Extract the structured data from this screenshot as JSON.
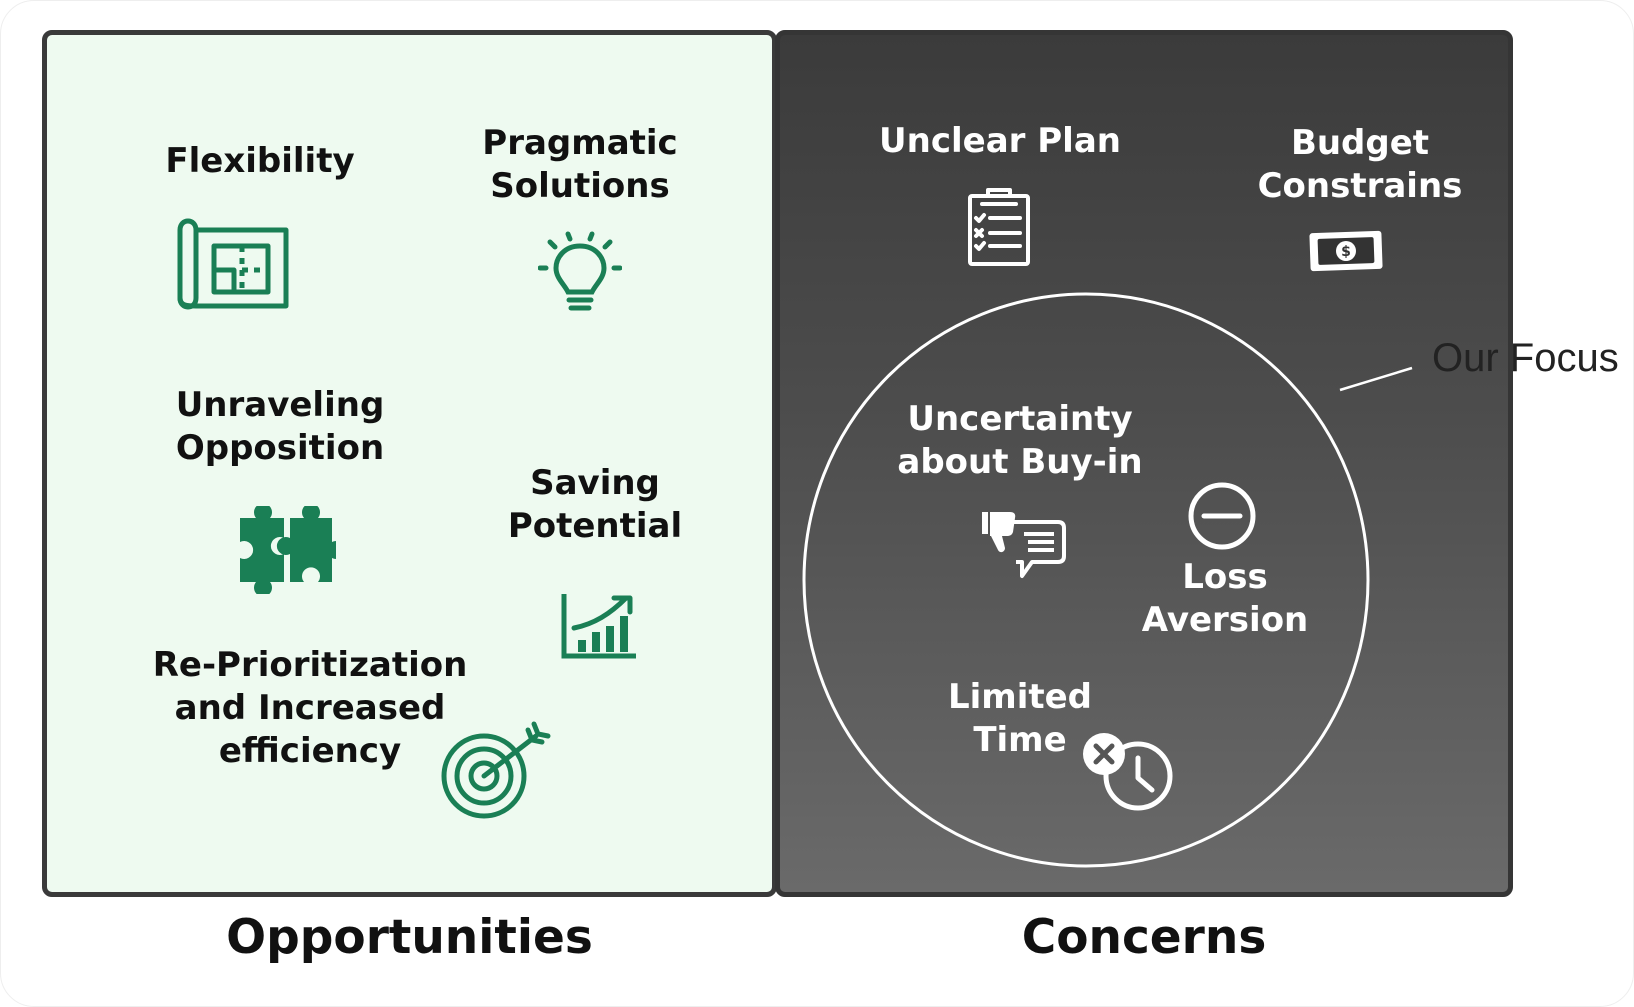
{
  "colors": {
    "green": "#1a7f55",
    "dark_panel": "#474747",
    "light_panel": "#eefaf0"
  },
  "opportunities": {
    "title": "Opportunities",
    "items": [
      {
        "label": "Flexibility",
        "icon": "blueprint-icon"
      },
      {
        "label": "Pragmatic\nSolutions",
        "icon": "lightbulb-icon"
      },
      {
        "label": "Unraveling\nOpposition",
        "icon": "puzzle-icon"
      },
      {
        "label": "Saving\nPotential",
        "icon": "growth-chart-icon"
      },
      {
        "label": "Re-Prioritization\nand Increased\nefficiency",
        "icon": "target-icon"
      }
    ]
  },
  "concerns": {
    "title": "Concerns",
    "items": [
      {
        "label": "Unclear Plan",
        "icon": "clipboard-checklist-icon"
      },
      {
        "label": "Budget\nConstrains",
        "icon": "money-bill-icon"
      },
      {
        "label": "Uncertainty\nabout Buy-in",
        "icon": "thumbs-down-feedback-icon"
      },
      {
        "label": "Loss\nAversion",
        "icon": "minus-circle-icon"
      },
      {
        "label": "Limited\nTime",
        "icon": "clock-cancel-icon"
      }
    ]
  },
  "focus": {
    "label": "Our Focus"
  }
}
